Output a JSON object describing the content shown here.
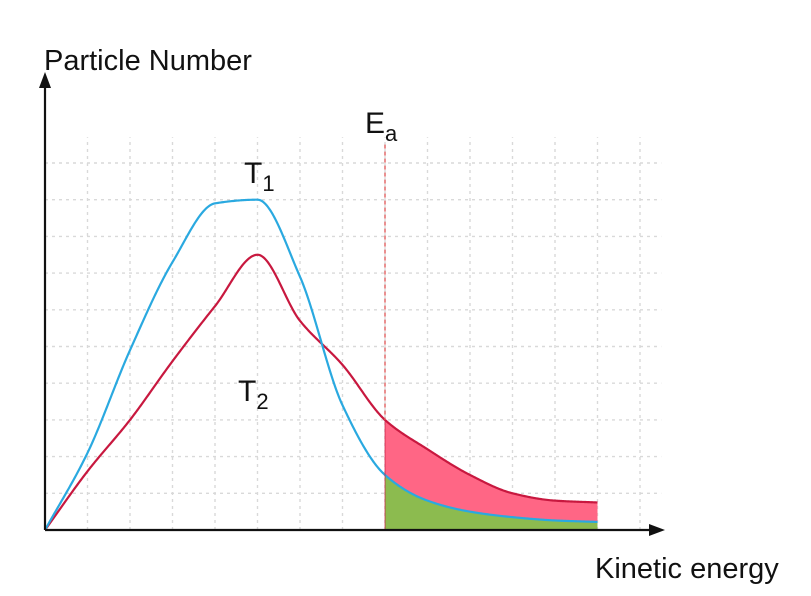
{
  "chart_data": {
    "type": "line",
    "ylabel": "Particle Number",
    "xlabel": "Kinetic energy",
    "xlim": [
      0,
      14
    ],
    "ylim": [
      0,
      10
    ],
    "grid": true,
    "series": [
      {
        "name": "T",
        "subscript": "1",
        "color": "#2aa9e0",
        "x": [
          0,
          1,
          2,
          3,
          4,
          5,
          6,
          7,
          8,
          9,
          10,
          11,
          12,
          13
        ],
        "y": [
          0,
          2.1,
          4.9,
          7.3,
          8.9,
          9.0,
          6.9,
          3.4,
          1.5,
          0.8,
          0.5,
          0.35,
          0.26,
          0.22
        ]
      },
      {
        "name": "T",
        "subscript": "2",
        "color": "#c8183f",
        "x": [
          0,
          1,
          2,
          3,
          4,
          5,
          6,
          7,
          8,
          9,
          10,
          11,
          12,
          13
        ],
        "y": [
          0,
          1.6,
          3.0,
          4.6,
          6.1,
          7.5,
          5.7,
          4.5,
          3.0,
          2.2,
          1.5,
          1.0,
          0.8,
          0.75
        ]
      }
    ],
    "annotations": [
      {
        "label": "E",
        "subscript": "a",
        "x": 8,
        "type": "vline",
        "color": "#e06060"
      }
    ],
    "fill": {
      "from_x": 8,
      "to_x": 13,
      "under_T1_color": "#8cbb4f",
      "between_T1_T2_color": "#ff6685"
    }
  }
}
